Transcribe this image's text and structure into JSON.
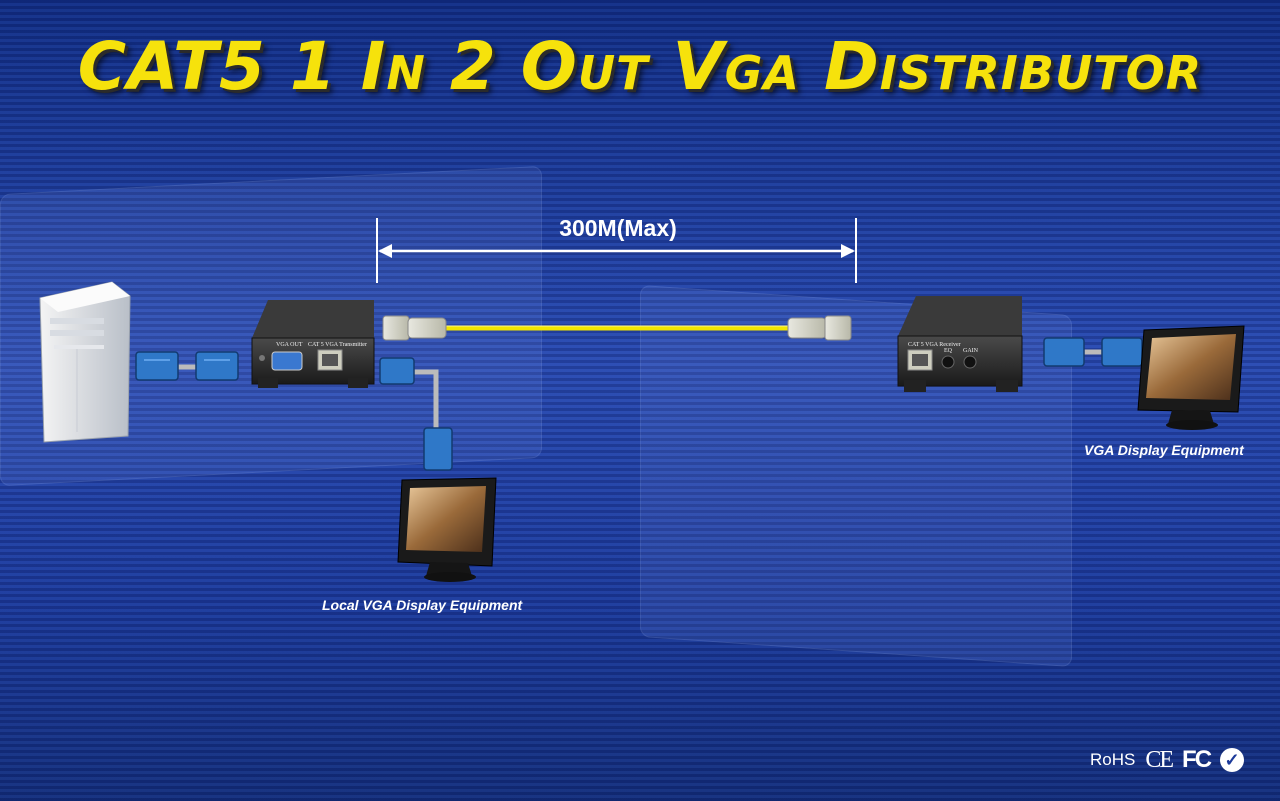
{
  "title": "CAT5 1 In 2 Out Vga Distributor",
  "distance_label": "300M(Max)",
  "captions": {
    "local": "Local VGA Display Equipment",
    "remote": "VGA Display Equipment"
  },
  "transmitter": {
    "port_label": "VGA OUT",
    "model_label": "CAT 5 VGA Transmitter"
  },
  "receiver": {
    "model_label": "CAT 5 VGA Receiver",
    "eq_label": "EQ",
    "gain_label": "GAIN"
  },
  "certifications": {
    "rohs": "RoHS",
    "ce": "CE",
    "fc": "FC",
    "check": "✓"
  },
  "colors": {
    "title": "#f6e20c",
    "background": "#1c3a9a",
    "cable": "#f2e600",
    "connector": "#2f78c8",
    "device": "#2a2a2a"
  }
}
